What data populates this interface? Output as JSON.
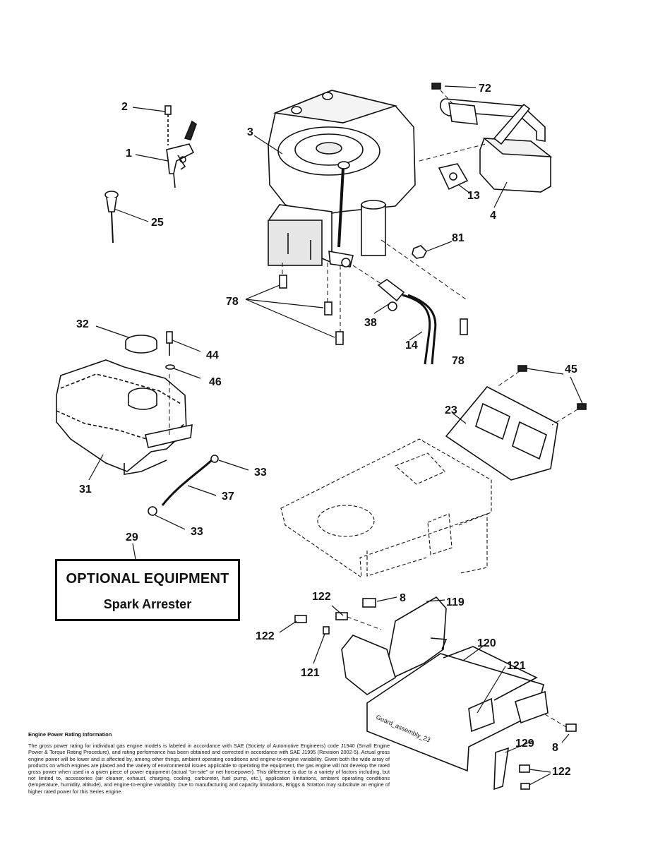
{
  "callouts": {
    "c1": "1",
    "c2": "2",
    "c3": "3",
    "c4": "4",
    "c8a": "8",
    "c8b": "8",
    "c13": "13",
    "c14": "14",
    "c23": "23",
    "c25": "25",
    "c29": "29",
    "c31": "31",
    "c32": "32",
    "c33a": "33",
    "c33b": "33",
    "c37": "37",
    "c38": "38",
    "c44": "44",
    "c45": "45",
    "c46": "46",
    "c72": "72",
    "c78a": "78",
    "c78b": "78",
    "c81": "81",
    "c119": "119",
    "c120": "120",
    "c121a": "121",
    "c121b": "121",
    "c122a": "122",
    "c122b": "122",
    "c122c": "122",
    "c129": "129"
  },
  "optional_equipment": {
    "title": "OPTIONAL EQUIPMENT",
    "item": "Spark Arrester"
  },
  "guard_label": "Guard_assembly_23",
  "power_rating": {
    "title": "Engine Power Rating Information",
    "body": "The gross power rating for individual gas engine models is labeled in accordance with SAE (Society of Automotive Engineers) code J1940 (Small Engine Power & Torque Rating Procedure), and rating performance has been obtained and corrected in accordance with SAE J1995 (Revision 2002-5). Actual gross engine power will be lower and is affected by, among other things, ambient operating conditions and engine-to-engine variability. Given both the wide array of products on which engines are placed and the variety of environmental issues applicable to operating the equipment, the gas engine will not develop the rated gross power when used in a given piece of power equipment (actual \"on-site\" or net horsepower). This difference is due to a variety of factors including, but not limited to, accessories (air cleaner, exhaust, charging, cooling, carburetor, fuel pump, etc.), application limitations, ambient operating conditions (temperature, humidity, altitude), and engine-to-engine variability. Due to manufacturing and capacity limitations, Briggs & Stratton may substitute an engine of higher rated power for this Series engine."
  }
}
